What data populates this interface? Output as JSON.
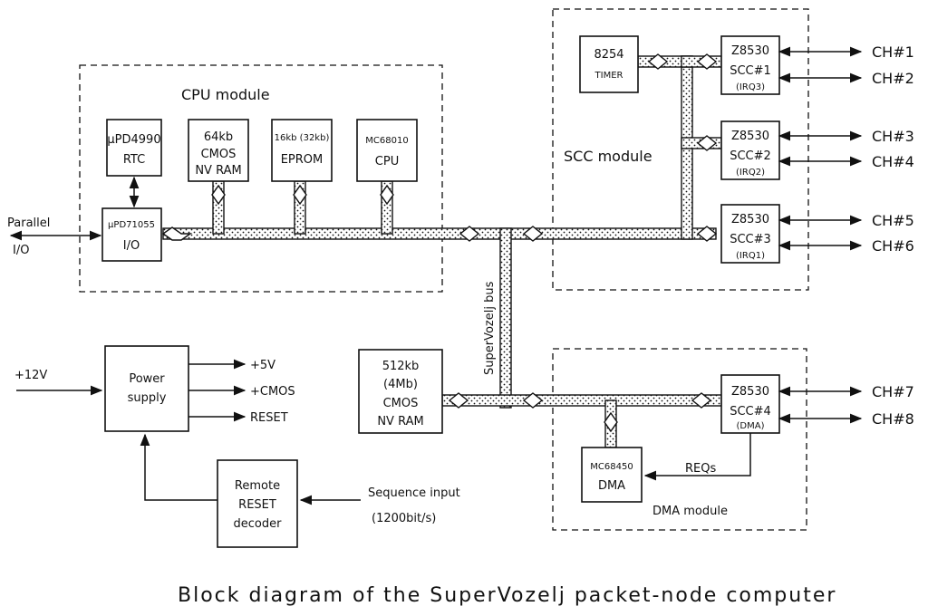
{
  "modules": {
    "cpu": "CPU module",
    "scc": "SCC module",
    "dma": "DMA module"
  },
  "blocks": {
    "rtc": [
      "μPD4990",
      "RTC"
    ],
    "cmos_ram": [
      "64kb",
      "CMOS",
      "NV RAM"
    ],
    "eprom": [
      "16kb (32kb)",
      "EPROM"
    ],
    "cpu": [
      "MC68010",
      "CPU"
    ],
    "pio": [
      "μPD71055",
      "I/O"
    ],
    "timer": [
      "8254",
      "TIMER"
    ],
    "scc1": [
      "Z8530",
      "SCC#1",
      "(IRQ3)"
    ],
    "scc2": [
      "Z8530",
      "SCC#2",
      "(IRQ2)"
    ],
    "scc3": [
      "Z8530",
      "SCC#3",
      "(IRQ1)"
    ],
    "scc4": [
      "Z8530",
      "SCC#4",
      "(DMA)"
    ],
    "nvram": [
      "512kb",
      "(4Mb)",
      "CMOS",
      "NV RAM"
    ],
    "dma": [
      "MC68450",
      "DMA"
    ],
    "power": [
      "Power",
      "supply"
    ],
    "reset": [
      "Remote",
      "RESET",
      "decoder"
    ]
  },
  "labels": {
    "parallel": [
      "Parallel",
      "I/O"
    ],
    "bus": "SuperVozelj bus",
    "vcc12": "+12V",
    "p5v": "+5V",
    "pcmos": "+CMOS",
    "reset_out": "RESET",
    "seq": [
      "Sequence input",
      "(1200bit/s)"
    ],
    "reqs": "REQs"
  },
  "channels": [
    "CH#1",
    "CH#2",
    "CH#3",
    "CH#4",
    "CH#5",
    "CH#6",
    "CH#7",
    "CH#8"
  ],
  "title": "Block diagram of the SuperVozelj packet-node computer"
}
